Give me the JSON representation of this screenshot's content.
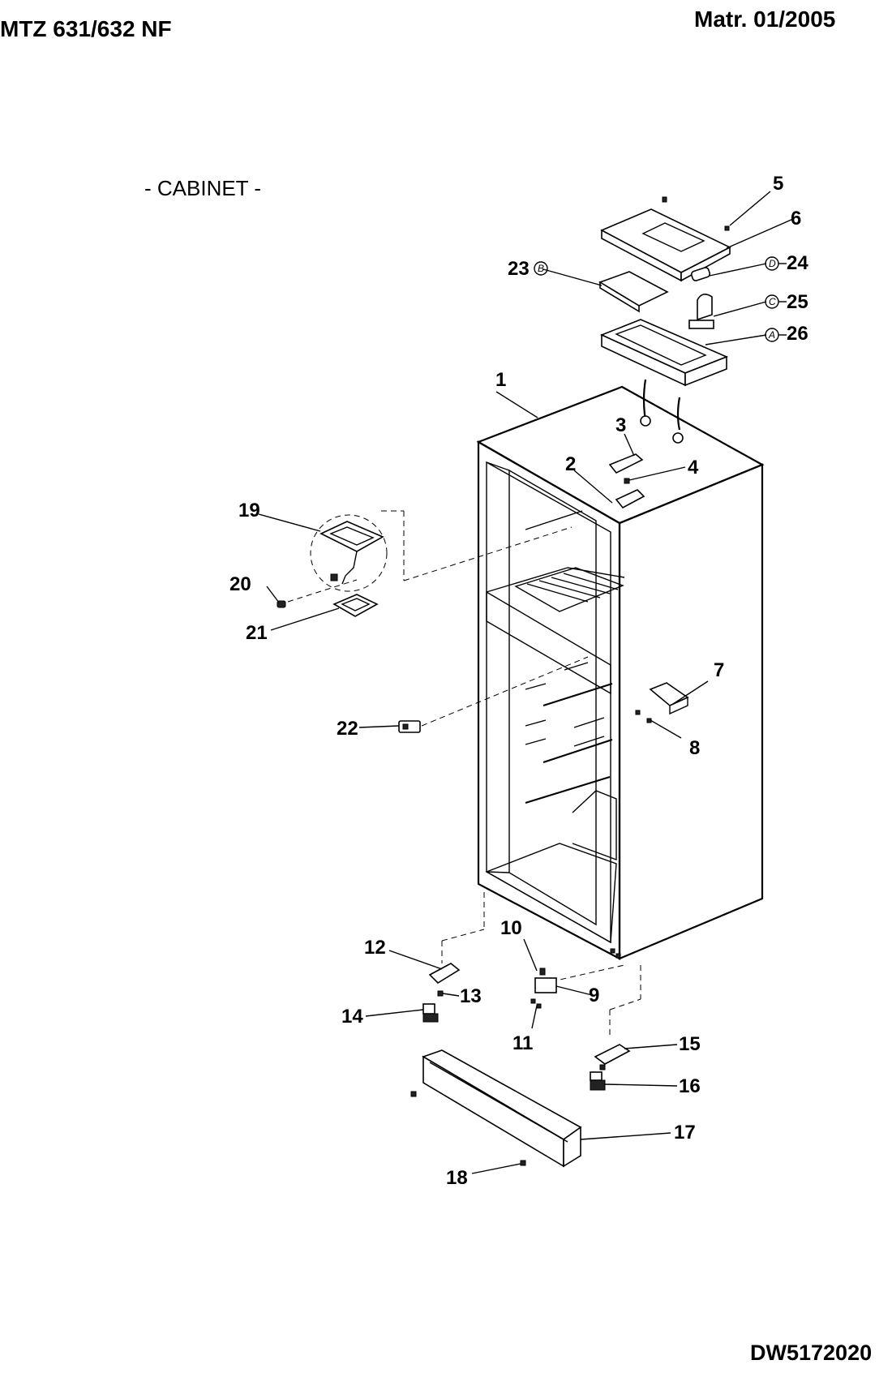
{
  "header": {
    "model": "MTZ 631/632 NF",
    "matr": "Matr.  01/2005"
  },
  "section_title": "- CABINET -",
  "document_id": "DW5172020",
  "callouts": [
    {
      "number": "1"
    },
    {
      "number": "2"
    },
    {
      "number": "3"
    },
    {
      "number": "4"
    },
    {
      "number": "5"
    },
    {
      "number": "6"
    },
    {
      "number": "7"
    },
    {
      "number": "8"
    },
    {
      "number": "9"
    },
    {
      "number": "10"
    },
    {
      "number": "11"
    },
    {
      "number": "12"
    },
    {
      "number": "13"
    },
    {
      "number": "14"
    },
    {
      "number": "15"
    },
    {
      "number": "16"
    },
    {
      "number": "17"
    },
    {
      "number": "18"
    },
    {
      "number": "19"
    },
    {
      "number": "20"
    },
    {
      "number": "21"
    },
    {
      "number": "22"
    },
    {
      "number": "23",
      "circle": "B"
    },
    {
      "number": "24",
      "circle": "D"
    },
    {
      "number": "25",
      "circle": "C"
    },
    {
      "number": "26",
      "circle": "A"
    }
  ]
}
